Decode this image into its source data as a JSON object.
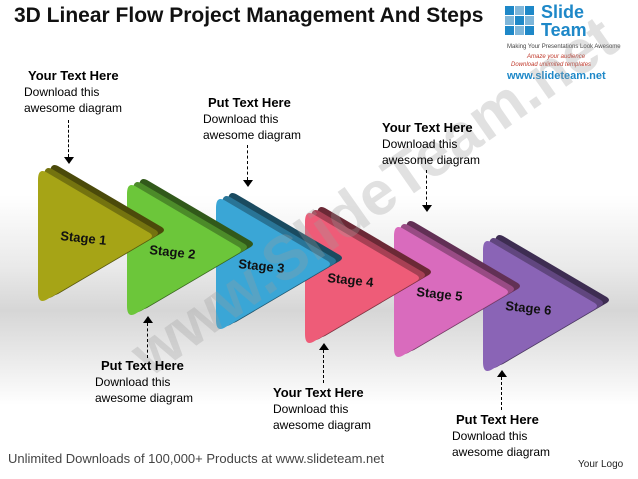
{
  "title": "3D Linear Flow Project Management And Steps",
  "logo": {
    "name_line1": "Slide",
    "name_line2": "Team",
    "tagline": "Making Your Presentations Look Awesome",
    "line1": "Amaze your audience",
    "line2": "Download unlimited templates",
    "url": "www.slideteam.net"
  },
  "watermark": "www.SlideTeam.net",
  "colors": {
    "stage1": "#a6a416",
    "stage2": "#6cc63a",
    "stage3": "#3aa6d6",
    "stage4": "#ee5c78",
    "stage5": "#d96bbd",
    "stage6": "#8a64b6"
  },
  "stages": [
    {
      "label": "Stage 1"
    },
    {
      "label": "Stage 2"
    },
    {
      "label": "Stage 3"
    },
    {
      "label": "Stage 4"
    },
    {
      "label": "Stage 5"
    },
    {
      "label": "Stage 6"
    }
  ],
  "callouts": [
    {
      "heading": "Your Text Here",
      "line1": "Download this",
      "line2": "awesome diagram"
    },
    {
      "heading": "Put Text Here",
      "line1": "Download this",
      "line2": "awesome diagram"
    },
    {
      "heading": "Your Text Here",
      "line1": "Download this",
      "line2": "awesome diagram"
    },
    {
      "heading": "Put Text Here",
      "line1": "Download this",
      "line2": "awesome diagram"
    },
    {
      "heading": "Your Text Here",
      "line1": "Download this",
      "line2": "awesome diagram"
    },
    {
      "heading": "Put Text Here",
      "line1": "Download this",
      "line2": "awesome diagram"
    }
  ],
  "footer": "Unlimited Downloads of 100,000+ Products at www.slideteam.net",
  "your_logo": "Your Logo"
}
